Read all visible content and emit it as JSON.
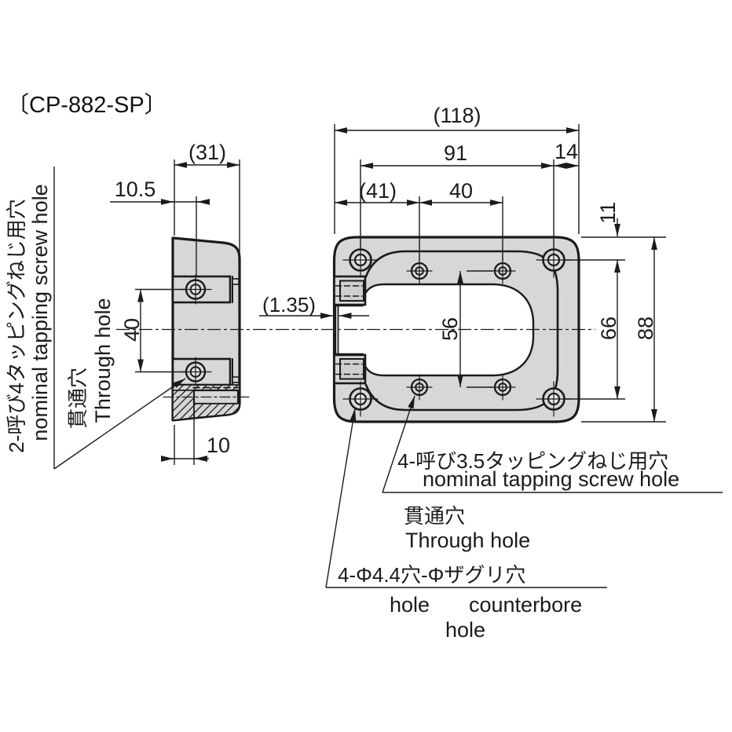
{
  "title": "〔CP-882-SP〕",
  "dims": {
    "d31": "(31)",
    "d105": "10.5",
    "d40side": "40",
    "d10": "10",
    "d135": "(1.35)",
    "d118": "(118)",
    "d91": "91",
    "d14": "14",
    "d41": "(41)",
    "d40top": "40",
    "d11": "11",
    "d56": "56",
    "d66": "66",
    "d88": "88"
  },
  "labels": {
    "side_tap_jp": "2-呼び4タッピングねじ用穴",
    "side_tap_en": "nominal tapping screw hole",
    "side_through_jp": "貫通穴",
    "side_through_en": "Through hole",
    "front_tap_jp": "4-呼び3.5タッピングねじ用穴",
    "front_tap_en": "nominal tapping screw hole",
    "front_through_jp": "貫通穴",
    "front_through_en": "Through hole",
    "cb_jp": "4-Φ4.4穴-Φザグリ穴",
    "cb_hole": "hole",
    "cb_counterbore": "counterbore",
    "cb_hole2": "hole"
  },
  "colors": {
    "part_fill": "#d7d7d7",
    "detail_fill": "#cfcfcf",
    "line": "#1b1b1b",
    "background": "#ffffff"
  }
}
